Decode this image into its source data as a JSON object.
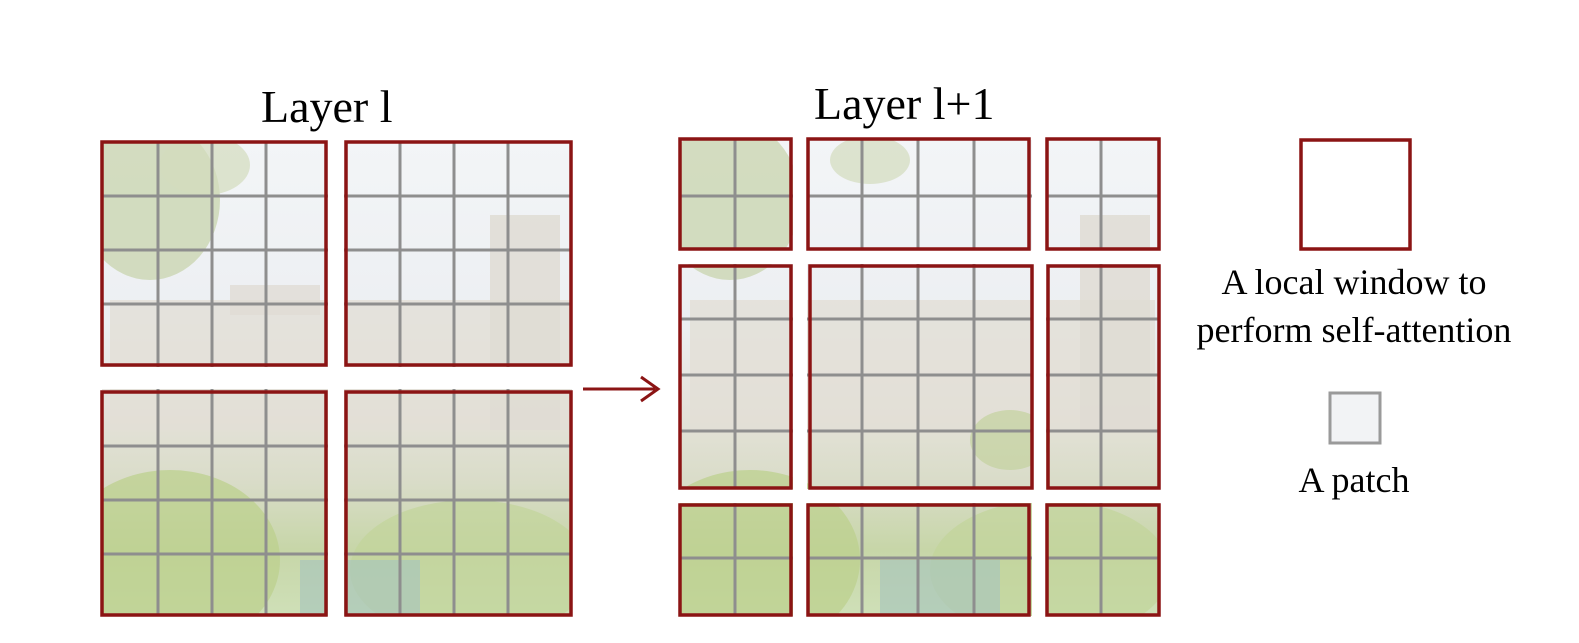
{
  "titles": {
    "left": "Layer l",
    "right": "Layer l+1"
  },
  "legend": {
    "window_line1": "A local window to",
    "window_line2": "perform self-attention",
    "patch": "A patch"
  },
  "colors": {
    "window_border": "#8b1414",
    "patch_grid": "#8e8e8e",
    "sky": "#eef3f6",
    "foliage": "#b7c98a",
    "castle": "#e3e0d9",
    "water": "#a9c8bf"
  },
  "icons": {
    "shift_arrow": "right-arrow-icon"
  }
}
